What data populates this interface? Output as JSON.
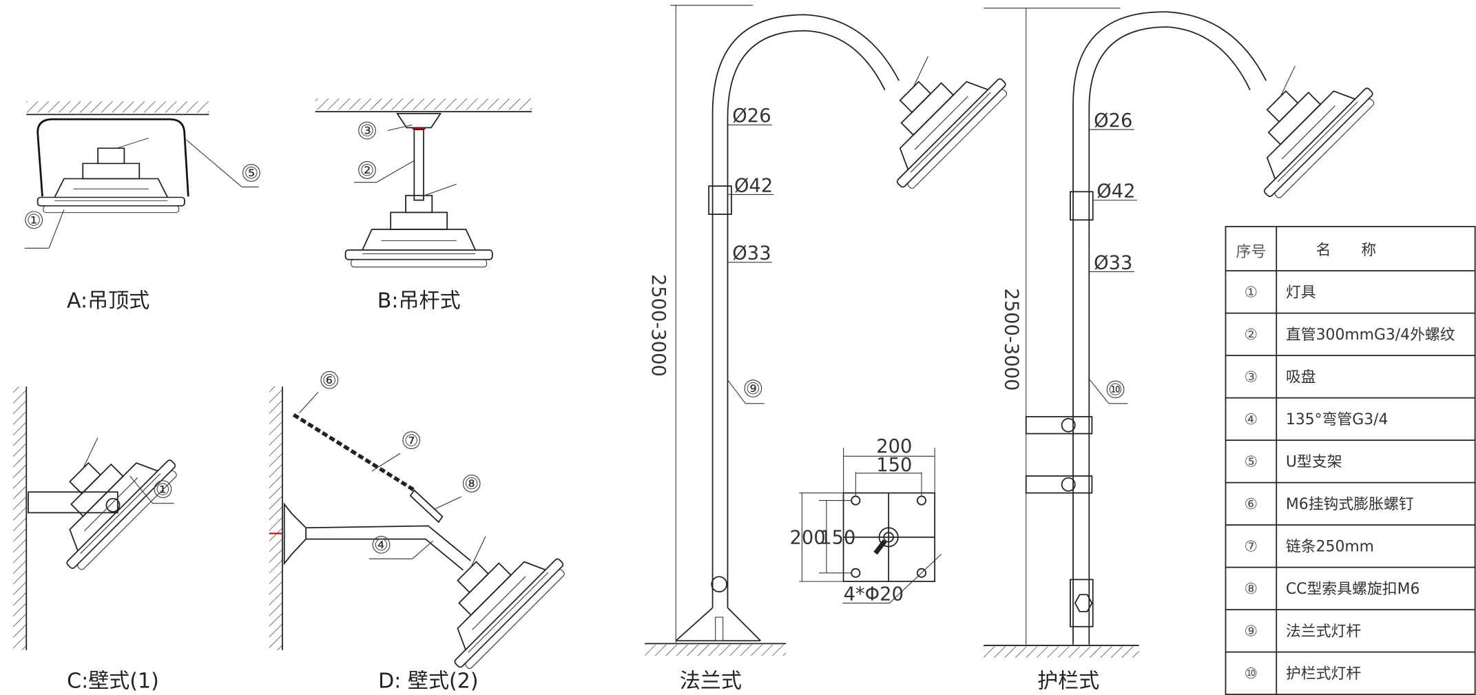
{
  "labels": {
    "a": "A:吊顶式",
    "b": "B:吊杆式",
    "c": "C:壁式(1)",
    "d": "D: 壁式(2)",
    "flange": "法兰式",
    "guardrail": "护栏式"
  },
  "callouts": {
    "a1": "①",
    "a5": "⑤",
    "b3": "③",
    "b2": "②",
    "c1": "①",
    "d6": "⑥",
    "d7": "⑦",
    "d8": "⑧",
    "d4": "④",
    "f9": "⑨",
    "g10": "⑩"
  },
  "dimensions": {
    "height": "2500-3000",
    "d26": "Ø26",
    "d42": "Ø42",
    "d33": "Ø33",
    "plate_w_outer": "200",
    "plate_w_inner": "150",
    "plate_h_outer": "200",
    "plate_h_inner": "150",
    "holes": "4*Φ20"
  },
  "parts_table": {
    "headers": [
      "序号",
      "名　　称"
    ],
    "rows": [
      {
        "no": "①",
        "name": "灯具"
      },
      {
        "no": "②",
        "name": "直管300mmG3/4外螺纹"
      },
      {
        "no": "③",
        "name": "吸盘"
      },
      {
        "no": "④",
        "name": "135°弯管G3/4"
      },
      {
        "no": "⑤",
        "name": "U型支架"
      },
      {
        "no": "⑥",
        "name": "M6挂钩式膨胀螺钉"
      },
      {
        "no": "⑦",
        "name": "链条250mm"
      },
      {
        "no": "⑧",
        "name": "CC型索具螺旋扣M6"
      },
      {
        "no": "⑨",
        "name": "法兰式灯杆"
      },
      {
        "no": "⑩",
        "name": "护栏式灯杆"
      }
    ]
  }
}
